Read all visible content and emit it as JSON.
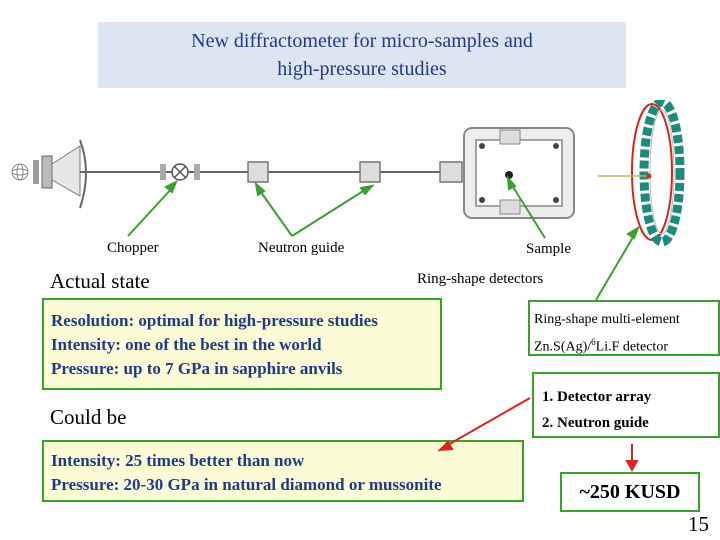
{
  "slide": {
    "title_line1": "New diffractometer for micro-samples and",
    "title_line2": "high-pressure studies",
    "labels": {
      "chopper": "Chopper",
      "neutron_guide": "Neutron guide",
      "sample": "Sample",
      "ring_detectors": "Ring-shape detectors"
    },
    "actual_state": {
      "heading": "Actual state",
      "lines": [
        "Resolution: optimal for high-pressure studies",
        "Intensity: one of the best in the world",
        "Pressure: up to 7 GPa in sapphire anvils"
      ]
    },
    "could_be": {
      "heading": "Could be",
      "lines": [
        "Intensity: 25 times better than now",
        "Pressure: 20-30 GPa in natural diamond or mussonite"
      ]
    },
    "multi_element": {
      "line1": "Ring-shape multi-element",
      "line2_prefix": "Zn.S(Ag)/",
      "line2_sup": "6",
      "line2_suffix": "Li.F detector"
    },
    "upgrades": {
      "item1": "1. Detector array",
      "item2": "2. Neutron guide"
    },
    "cost": "~250 KUSD",
    "page_number": "15"
  },
  "colors": {
    "title_bg": "#dde5f2",
    "title_text": "#1f3a8a",
    "green": "#3aa12e",
    "red": "#d9261c",
    "box_bg": "#fbfbd6",
    "detector_teal": "#1d8a7e"
  }
}
